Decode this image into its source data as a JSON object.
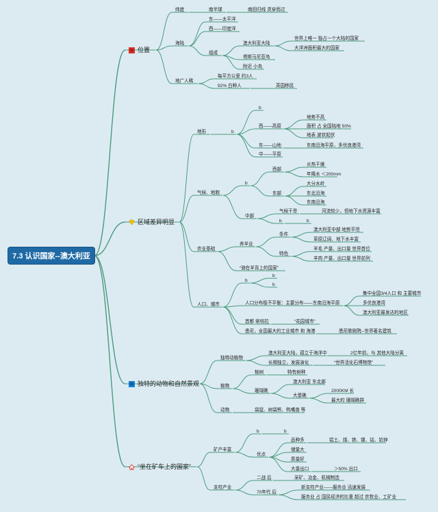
{
  "root": "7.3 认识国家--澳大利亚",
  "colors": {
    "line": "#4a9a7c",
    "root_bg": "#1f6aa5",
    "bg": "#dcebf2",
    "flag_red": "#d9342b",
    "flag_blue": "#1b7fd1",
    "gem": "#f2c200",
    "house": "#d9342b"
  },
  "branches": {
    "location": {
      "title": "位置",
      "icon": "red-flag-icon",
      "latitude": "纬度",
      "southern": "南半球",
      "tropic": "南回归线 贯穿而过",
      "sea_land": "海陆",
      "east": "东——太平洋",
      "west": "西——印度洋",
      "composition": "组成",
      "mainland": "澳大利亚大陆",
      "mainland_1": "世界上唯一 独占一个大陆的国家",
      "mainland_2": "大洋洲面积最大的国家",
      "tasmania": "塔斯马尼亚岛",
      "islands": "附近 小岛",
      "sparse": "地广人稀",
      "density": "每平方公里 约3人",
      "white": "92% 白种人",
      "british": "英国移民"
    },
    "regions": {
      "title": "区域差异明显",
      "icon": "gem-icon",
      "terrain": "地形",
      "b1": "b",
      "b2": "b",
      "west_plateau": "西——高原",
      "plateau_1": "地势不高",
      "plateau_2": "面积 占 全国陆地 50%",
      "plateau_3": "地表 波状起伏",
      "east_mount": "东——山地",
      "east_mount_note": "东南沿海平原，多优良港湾",
      "mid_plain": "中——平原",
      "climate": "气候、地貌",
      "b3": "b",
      "west_region": "西部",
      "w1": "炎热干燥",
      "w2": "年降水 ＜200mm",
      "east_region": "东部",
      "e1": "大分水岭",
      "e2": "东北沿海",
      "e3": "东南沿海",
      "central": "中部",
      "dry": "气候干旱",
      "dry_note": "河流较少，但地下水资源丰富",
      "b4": "b",
      "b5": "b",
      "agri": "农业基础",
      "sheep": "养羊业",
      "conditions": "条件",
      "c1": "澳大利亚中部 地势平坦",
      "c2": "草原辽阔、地下水丰富",
      "features": "特色",
      "f1": "羊毛 产量、出口量 世界首位",
      "f2": "羊肉 产量、出口量 世界前列",
      "riding": "“骑在羊背上的国家”",
      "pop_city": "人口、城市",
      "b6": "b",
      "b7": "b",
      "b8": "b",
      "distribution": "人口分布极不平衡：主要分布——东南沿海平原",
      "d1": "集中全国3/4人口 和 主要城市",
      "d2": "多优良港湾",
      "d3": "澳大利亚最发达的地区",
      "capital": "首都 堪培拉",
      "garden_city": "“花园城市”",
      "sydney": "悉尼，全国最大的工业城市 和 海港",
      "opera": "悉尼歌剧院--世界著名建筑"
    },
    "animals": {
      "title": "独特的动物和自然景观",
      "icon": "blue-flag-icon",
      "unique_animals": "独特动植物",
      "isolated": "澳大利亚大陆，孤立于海洋中",
      "isolated_note": "2亿年前，与 其他大陆分离",
      "evolution": "长期独立，发展演化",
      "museum": "“世界活化石博物馆”",
      "plants": "植物",
      "eucalyptus": "桉树",
      "endemic": "特有树种",
      "reef": "珊瑚礁",
      "reef_loc": "澳大利亚 东北部",
      "barrier": "大堡礁",
      "barrier_1": "2000KM 长",
      "barrier_2": "最大的 珊瑚礁群",
      "fauna": "动物",
      "fauna_list": "袋鼠、树袋熊、鸭嘴兽 等"
    },
    "mining": {
      "title": "“坐在矿车上的国家”",
      "icon": "house-icon",
      "rich": "矿产丰富",
      "b9": "b",
      "b10": "b",
      "advantages": "优点",
      "varieties": "品种多",
      "varieties_list": "铝土、煤、铁、镍、锰、铅锌",
      "reserves": "储量大",
      "quality": "质量好",
      "export": "大量出口",
      "export_note": "＞50% 出口",
      "pillar": "支柱产业",
      "wwii": "二战 后",
      "wwii_list": "采矿、冶金、机械制造",
      "seventies": "70年代 后",
      "s1": "新支柱产业——服务业 迅速发展",
      "s2": "服务业 占 国民经济的比重 超过 农牧业、工矿业"
    }
  }
}
